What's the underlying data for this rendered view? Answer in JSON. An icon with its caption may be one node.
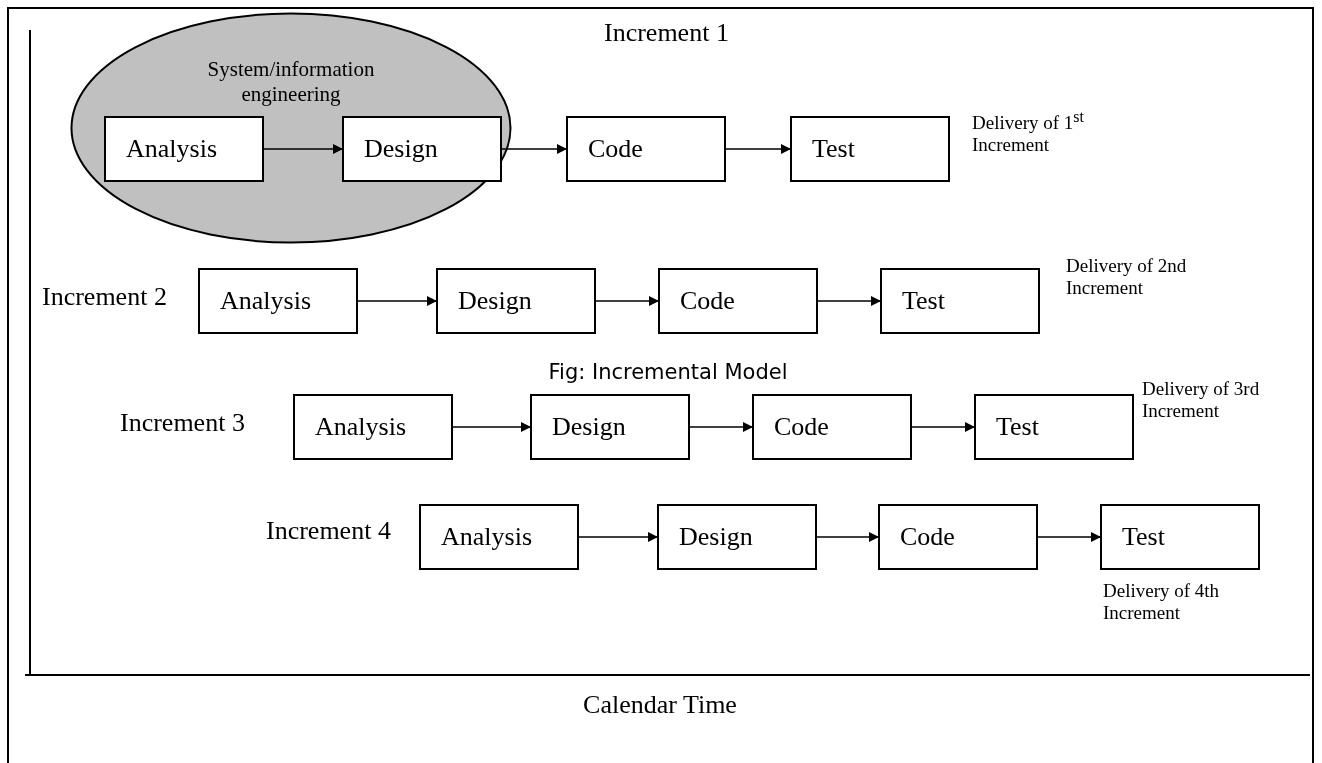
{
  "diagram": {
    "caption": "Fig: Incremental Model",
    "nodes": [
      {
        "text": [
          "System/information engineering"
        ]
      },
      {
        "text": [
          "Analysis"
        ],
        "in": 0
      },
      {
        "text": [
          "Design"
        ],
        "in": 0
      },
      {
        "text": [
          "Code"
        ]
      },
      {
        "text": [
          "Test"
        ]
      },
      {
        "text": [
          "Analysis"
        ]
      },
      {
        "text": [
          "Design"
        ]
      },
      {
        "text": [
          "Code"
        ]
      },
      {
        "text": [
          "Test"
        ]
      },
      {
        "text": [
          "Analysis"
        ]
      },
      {
        "text": [
          "Design"
        ]
      },
      {
        "text": [
          "Code"
        ]
      },
      {
        "text": [
          "Test"
        ]
      },
      {
        "text": [
          "Analysis"
        ]
      },
      {
        "text": [
          "Design"
        ]
      },
      {
        "text": [
          "Code"
        ]
      },
      {
        "text": [
          "Test"
        ]
      }
    ],
    "edges": [
      {
        "from": 1,
        "to": 2,
        "arrow": "to"
      },
      {
        "from": 2,
        "to": 3,
        "arrow": "to"
      },
      {
        "from": 3,
        "to": 4,
        "arrow": "to"
      },
      {
        "from": 5,
        "to": 6,
        "arrow": "to"
      },
      {
        "from": 6,
        "to": 7,
        "arrow": "to"
      },
      {
        "from": 7,
        "to": 8,
        "arrow": "to"
      },
      {
        "from": 9,
        "to": 10,
        "arrow": "to"
      },
      {
        "from": 10,
        "to": 11,
        "arrow": "to"
      },
      {
        "from": 11,
        "to": 12,
        "arrow": "to"
      },
      {
        "from": 13,
        "to": 14,
        "arrow": "to"
      },
      {
        "from": 14,
        "to": 15,
        "arrow": "to"
      },
      {
        "from": 15,
        "to": 16,
        "arrow": "to"
      }
    ],
    "labels": [
      "Increment 1",
      "Delivery of 1$^{st}$ Increment",
      "Increment 2",
      "Delivery of 2nd Increment",
      "Increment 3",
      "Delivery of 3rd Increment",
      "Increment 4",
      "Delivery of 4th Increment",
      "Calendar Time"
    ]
  }
}
